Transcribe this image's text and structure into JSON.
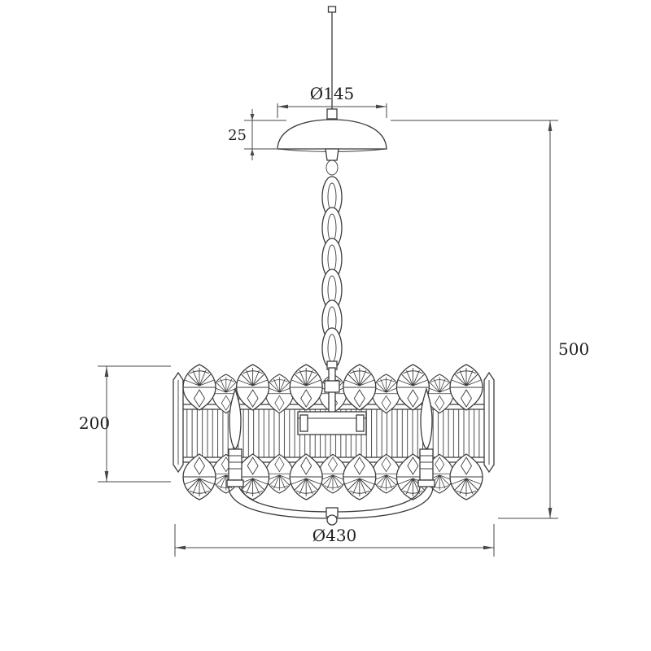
{
  "drawing": {
    "type": "technical-dimension-drawing",
    "subject": "crystal-chandelier-pendant-light",
    "dimensions": {
      "canopy_diameter": "Ø145",
      "canopy_height": "25",
      "overall_height": "500",
      "body_height": "200",
      "body_diameter": "Ø430"
    },
    "colors": {
      "line": "#3b3b3b",
      "dimension_line": "#474747",
      "text": "#1e1e1e",
      "background": "#ffffff"
    }
  }
}
